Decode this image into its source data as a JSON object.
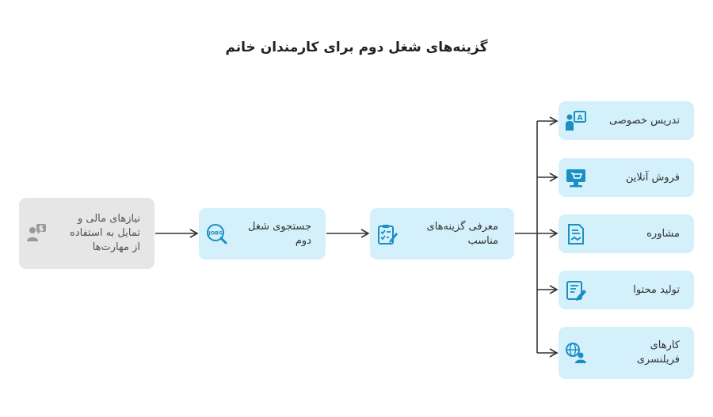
{
  "title": "گزینه‌های شغل دوم برای کارمندان خانم",
  "colors": {
    "accent": "#1a8fc4",
    "node_fill": "#d4f0fb",
    "source_fill": "#e6e6e6",
    "source_icon": "#9a9a9a",
    "arrow": "#333333"
  },
  "nodes": {
    "needs": {
      "label": "نیازهای مالی و\nتمایل به استفاده\nاز مهارت‌ها",
      "icon": "person-money-icon"
    },
    "search": {
      "label": "جستجوی شغل\nدوم",
      "icon": "jobs-search-icon",
      "icon_text": "JOBS"
    },
    "intro": {
      "label": "معرفی گزینه‌های\nمناسب",
      "icon": "checklist-icon"
    },
    "options": [
      {
        "label": "تدریس خصوصی",
        "icon": "teacher-board-icon",
        "icon_text": "A"
      },
      {
        "label": "فروش آنلاین",
        "icon": "online-shop-icon"
      },
      {
        "label": "مشاوره",
        "icon": "consulting-document-icon"
      },
      {
        "label": "تولید محتوا",
        "icon": "content-writing-icon"
      },
      {
        "label": "کارهای\nفریلنسری",
        "icon": "freelancer-globe-icon"
      }
    ]
  }
}
